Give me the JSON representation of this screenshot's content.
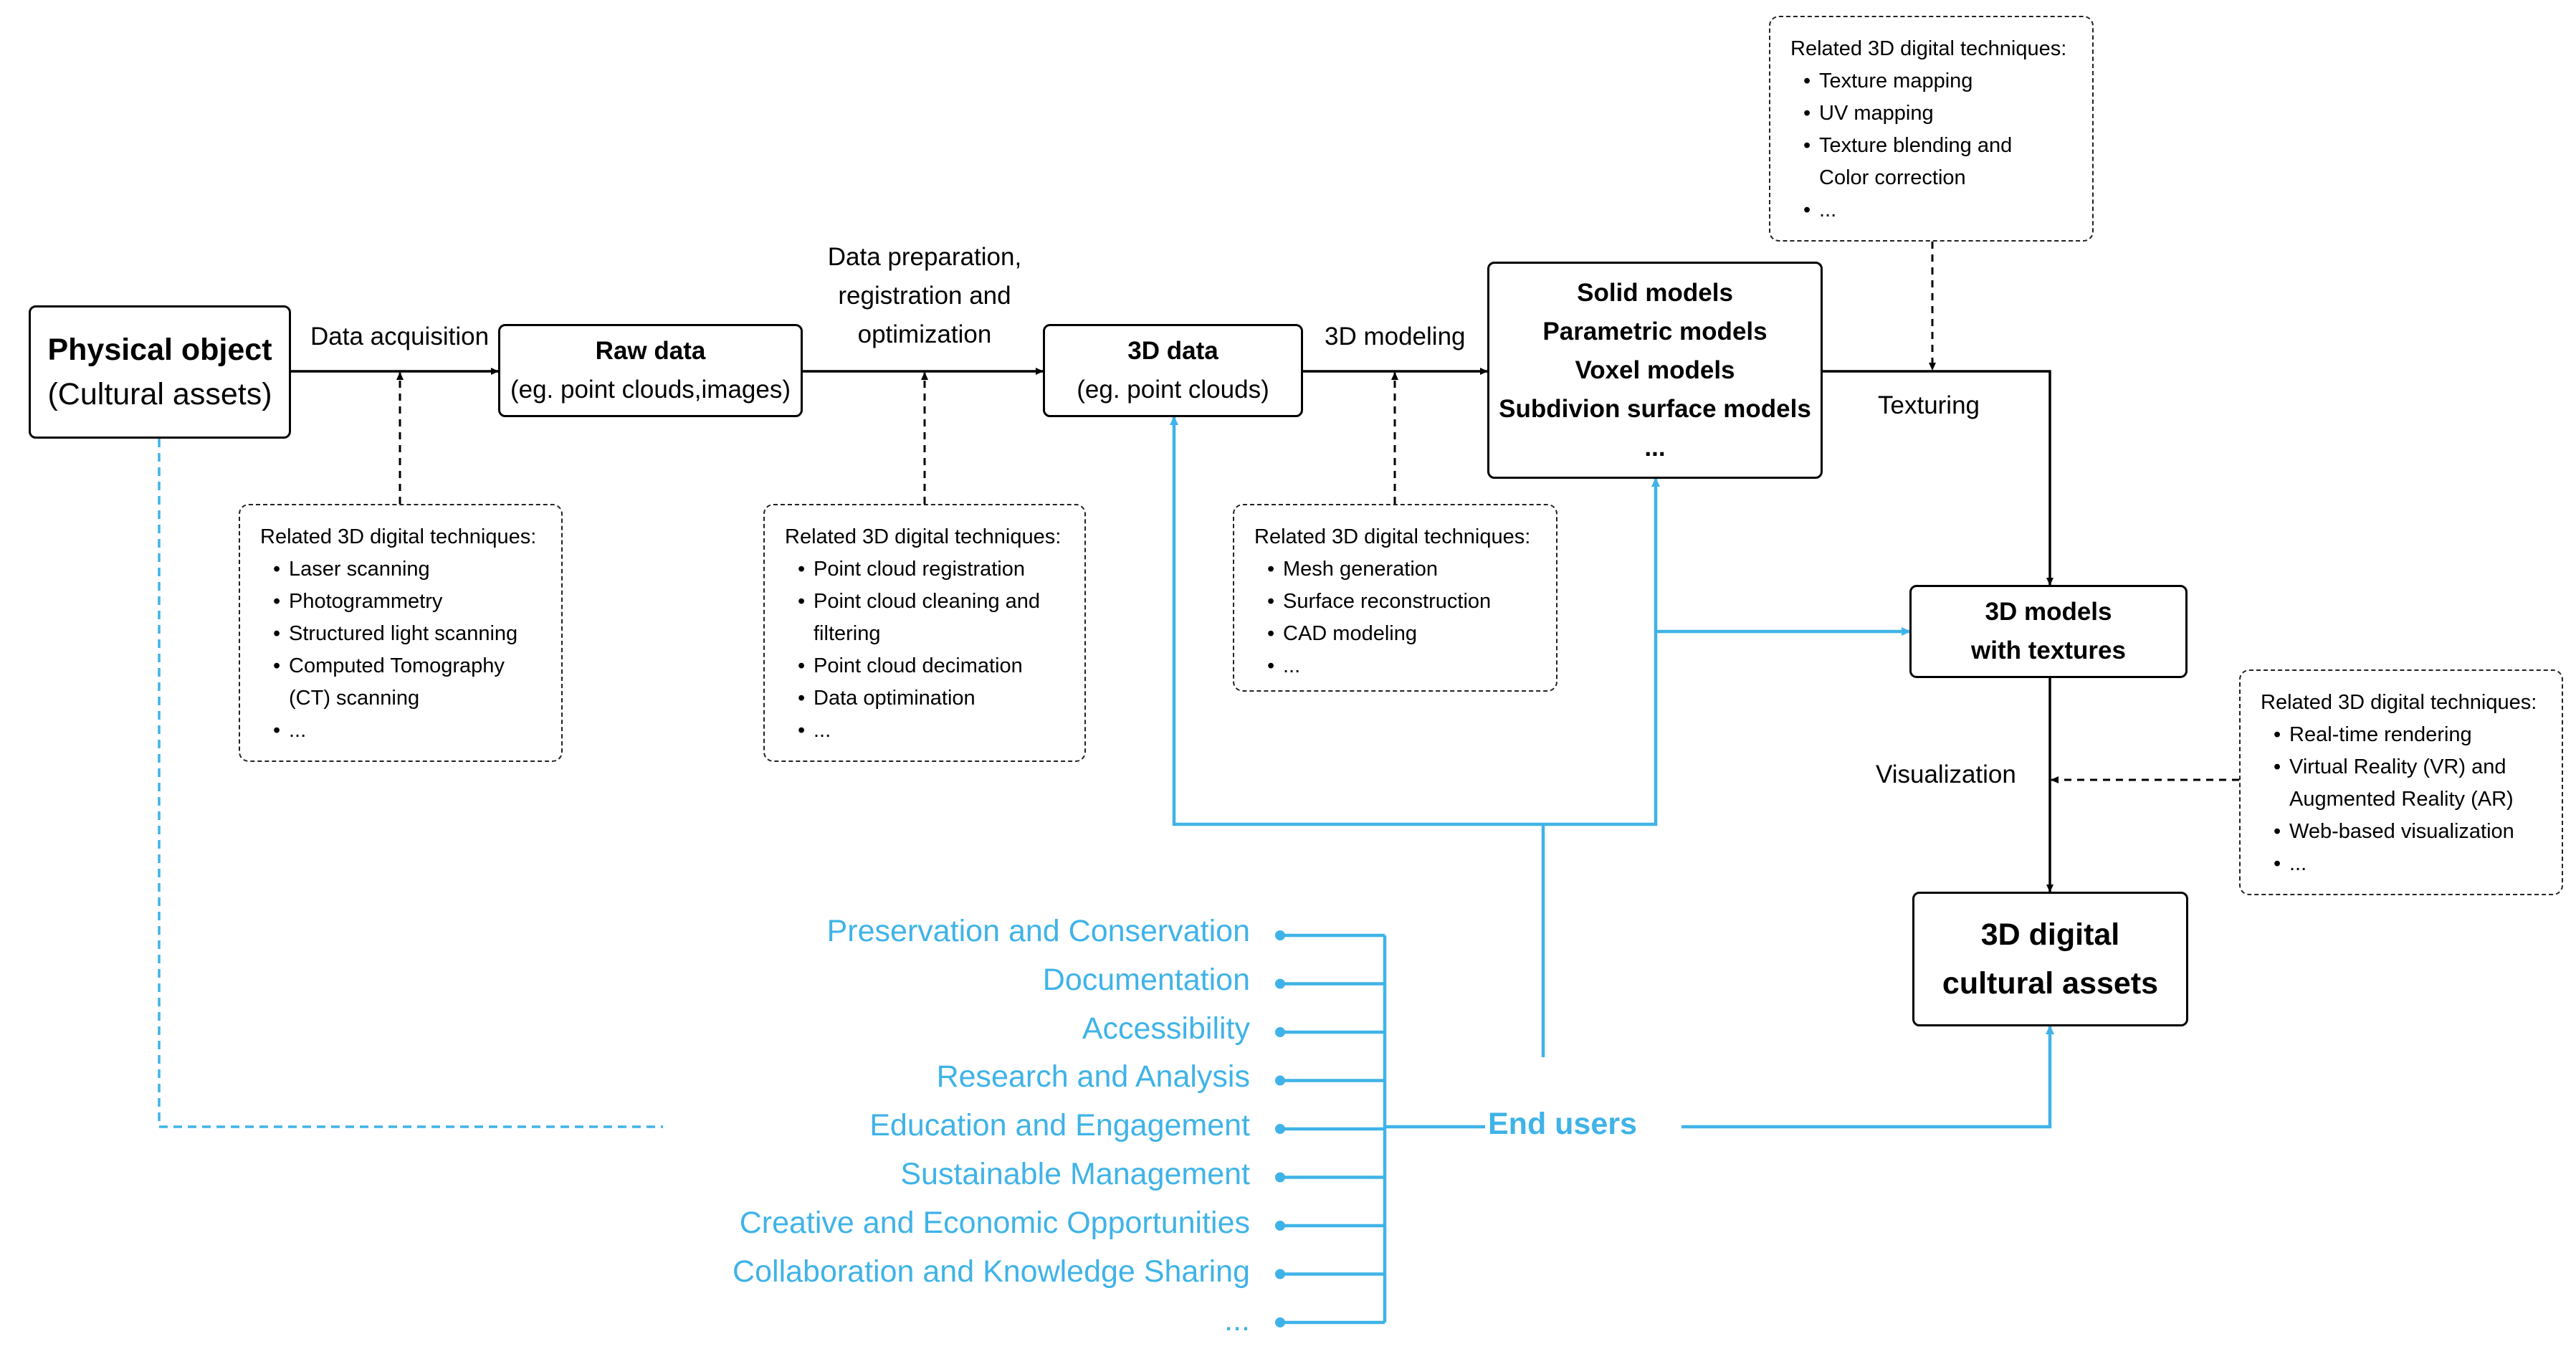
{
  "nodes": {
    "physical_object": {
      "title": "Physical object",
      "subtitle": "(Cultural assets)"
    },
    "raw_data": {
      "title": "Raw data",
      "subtitle": "(eg. point clouds,images)"
    },
    "data_3d": {
      "title": "3D data",
      "subtitle": "(eg. point clouds)"
    },
    "models": {
      "lines": [
        "Solid models",
        "Parametric models",
        "Voxel models",
        "Subdivion surface models",
        "..."
      ]
    },
    "textured": {
      "line1": "3D models",
      "line2": "with textures"
    },
    "final": {
      "line1": "3D digital",
      "line2": "cultural assets"
    }
  },
  "labels": {
    "data_acquisition": "Data acquisition",
    "data_preparation": [
      "Data preparation,",
      "registration and",
      "optimization"
    ],
    "modeling": "3D modeling",
    "texturing": "Texturing",
    "visualization": "Visualization"
  },
  "techniques": {
    "acquisition": {
      "heading": "Related 3D digital techniques:",
      "items": [
        "Laser scanning",
        "Photogrammetry",
        "Structured light scanning",
        "Computed Tomography",
        "(CT) scanning",
        "..."
      ]
    },
    "preparation": {
      "heading": "Related 3D digital techniques:",
      "items": [
        "Point cloud registration",
        "Point cloud cleaning and",
        "filtering",
        "Point cloud decimation",
        "Data optimination",
        "..."
      ]
    },
    "modeling": {
      "heading": "Related 3D digital techniques:",
      "items": [
        "Mesh generation",
        "Surface reconstruction",
        "CAD modeling",
        "..."
      ]
    },
    "texturing": {
      "heading": "Related 3D digital techniques:",
      "items": [
        "Texture mapping",
        "UV mapping",
        "Texture blending and",
        "Color correction",
        "..."
      ]
    },
    "visualization": {
      "heading": "Related 3D digital techniques:",
      "items": [
        "Real-time rendering",
        "Virtual Reality (VR) and",
        "Augmented Reality (AR)",
        "Web-based visualization",
        "..."
      ]
    }
  },
  "end_users": {
    "label": "End users",
    "uses": [
      "Preservation and Conservation",
      "Documentation",
      "Accessibility",
      "Research and Analysis",
      "Education and Engagement",
      "Sustainable Management",
      "Creative and Economic Opportunities",
      "Collaboration and Knowledge Sharing",
      "..."
    ]
  },
  "colors": {
    "accent": "#3fb3e8",
    "line": "#000000"
  }
}
